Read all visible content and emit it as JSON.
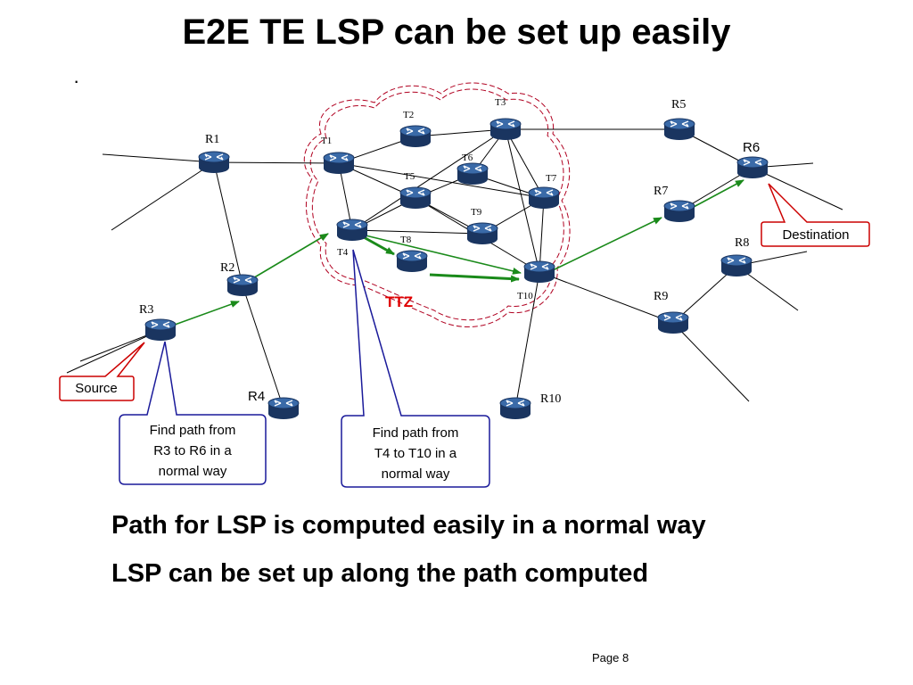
{
  "title": "E2E TE LSP can be set up easily",
  "bullet": "·",
  "nodes": {
    "R1": "R1",
    "R2": "R2",
    "R3": "R3",
    "R4": "R4",
    "R5": "R5",
    "R6": "R6",
    "R7": "R7",
    "R8": "R8",
    "R9": "R9",
    "R10": "R10",
    "T1": "T1",
    "T2": "T2",
    "T3": "T3",
    "T4": "T4",
    "T5": "T5",
    "T6": "T6",
    "T7": "T7",
    "T8": "T8",
    "T9": "T9",
    "T10": "T10"
  },
  "zone_label": "TTZ",
  "callouts": {
    "source": "Source",
    "destination": "Destination",
    "find_path_r": [
      "Find path from",
      "R3 to R6 in a",
      "normal way"
    ],
    "find_path_t": [
      "Find path from",
      "T4 to T10 in a",
      "normal way"
    ]
  },
  "points": [
    "Path for LSP is computed easily in a normal way",
    "LSP can be set up along the path computed"
  ],
  "page": "Page 8",
  "colors": {
    "router_body": "#1f3d6b",
    "path": "#1a8a1a",
    "callout_red": "#cc0000",
    "callout_blue": "#1a1a9a",
    "zone": "#b00020"
  }
}
